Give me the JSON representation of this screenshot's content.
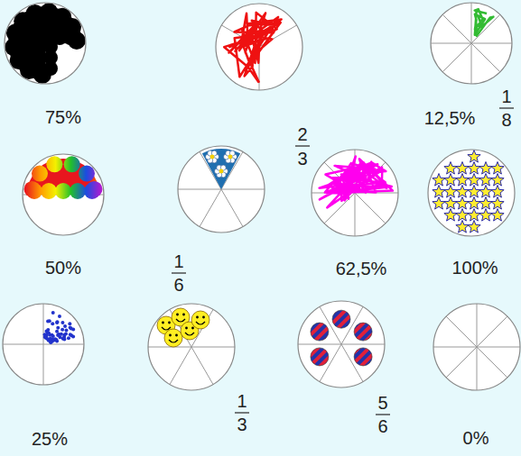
{
  "diagram": {
    "labels": [
      "75%",
      "2",
      "3",
      "1",
      "8",
      "12,5%",
      "50%",
      "1",
      "6",
      "62,5%",
      "100%",
      "25%",
      "1",
      "3",
      "5",
      "6",
      "0%"
    ]
  }
}
